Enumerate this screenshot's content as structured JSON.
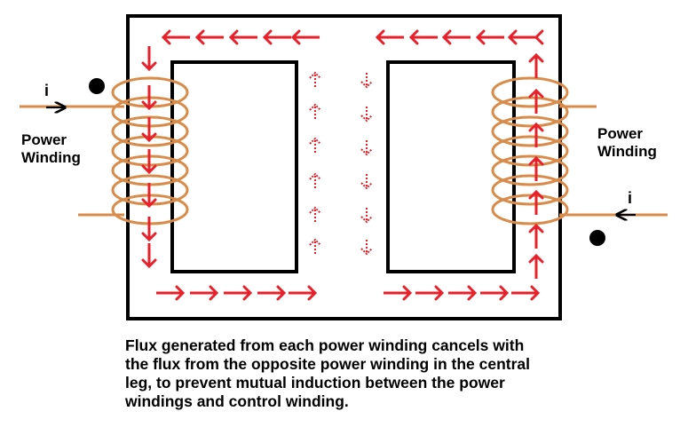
{
  "labels": {
    "left_winding": [
      "Power",
      "Winding"
    ],
    "right_winding": [
      "Power",
      "Winding"
    ],
    "current_left": "i",
    "current_right": "i"
  },
  "caption_lines": [
    "Flux generated from each power winding cancels with",
    "the flux from the opposite power winding in the central",
    "leg, to prevent mutual induction between the power",
    "windings and control winding."
  ],
  "colors": {
    "core_outline": "#000000",
    "flux_arrow": "#e8202a",
    "winding": "#d98c4a",
    "current_arrow": "#000000",
    "dot": "#000000"
  },
  "icons": {
    "flux_arrow": "arrow-icon",
    "dashed_flux": "dashed-arrow-icon",
    "polarity_dot": "dot-icon"
  }
}
